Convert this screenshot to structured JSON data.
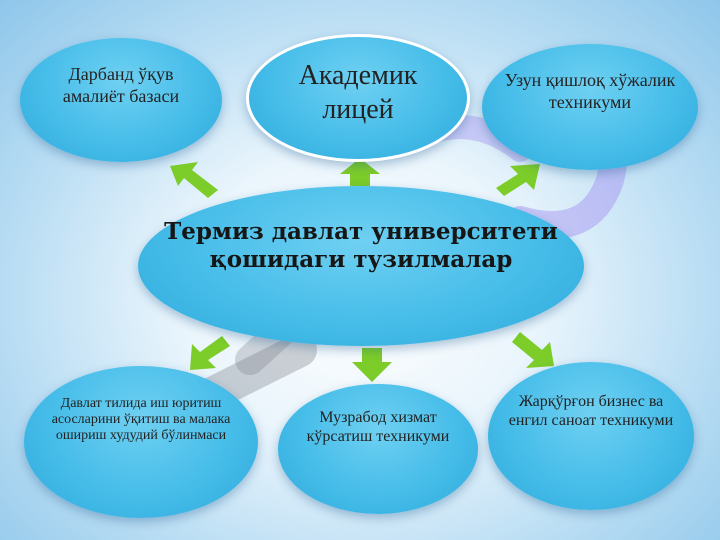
{
  "center_node": "Термиз давлат университети қошидаги тузилмалар",
  "nodes": {
    "top": "Академик лицей",
    "top_left": "Дарбанд ўқув амалиёт базаси",
    "top_right": "Узун қишлоқ хўжалик техникуми",
    "bottom_left": "Давлат тилида иш юритиш асосларини ўқитиш ва малака ошириш худудий бўлинмаси",
    "bottom_middle": "Музрабод хизмат кўрсатиш техникуми",
    "bottom_right": "Жарқўрғон бизнес ва енгил саноат техникуми"
  },
  "colors": {
    "node_fill": "#46bde9",
    "arrow_fill": "#7ccc2a",
    "text": "#222222"
  }
}
